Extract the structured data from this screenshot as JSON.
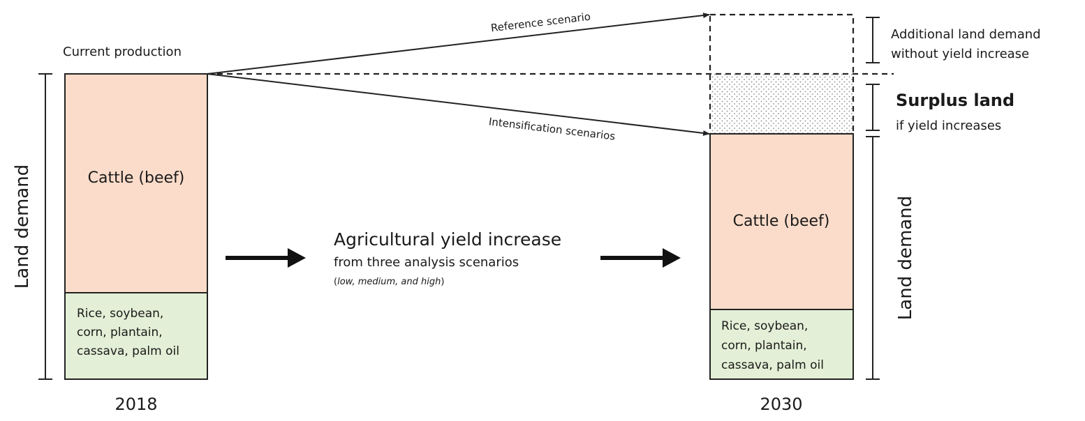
{
  "current_production": "Current production",
  "years": {
    "start": "2018",
    "end": "2030"
  },
  "axis_label": "Land demand",
  "bar_2018": {
    "beef_label": "Cattle (beef)",
    "crops_lines": [
      "Rice, soybean,",
      "corn, plantain,",
      "cassava, palm oil"
    ]
  },
  "bar_2030": {
    "beef_label": "Cattle (beef)",
    "crops_lines": [
      "Rice, soybean,",
      "corn, plantain,",
      "cassava, palm oil"
    ]
  },
  "scenarios": {
    "reference": "Reference scenario",
    "intensification": "Intensification scenarios"
  },
  "center": {
    "title": "Agricultural yield increase",
    "subtitle": "from three analysis scenarios",
    "note_prefix": "(",
    "note_text": "low, medium, and high",
    "note_suffix": ")"
  },
  "right_labels": {
    "additional_lines": [
      "Additional land demand",
      "without yield increase"
    ],
    "surplus_title": "Surplus land",
    "surplus_sub": "if yield increases"
  },
  "colors": {
    "beef": "#fbdcca",
    "crops": "#e3efd6",
    "outline": "#222222"
  }
}
